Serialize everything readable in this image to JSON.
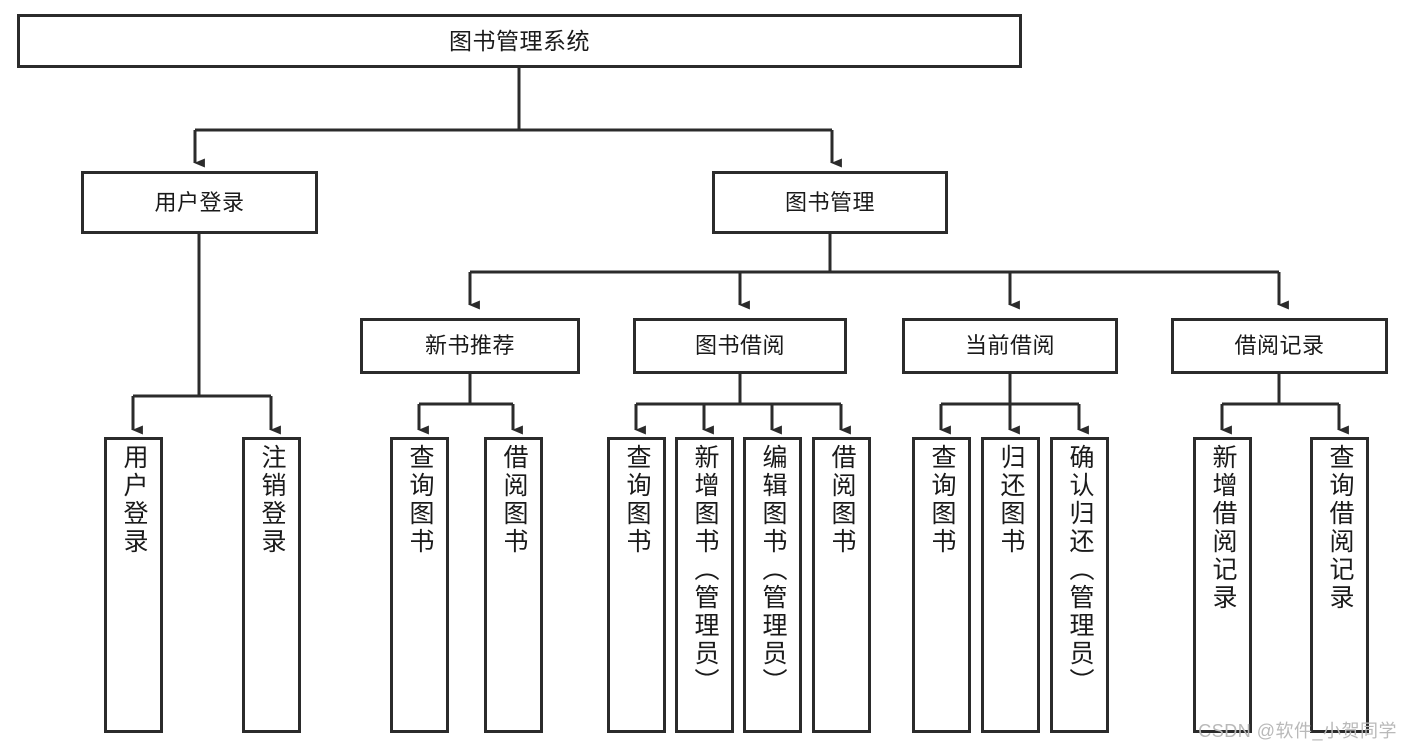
{
  "diagram": {
    "type": "hierarchy-tree",
    "title": "图书管理系统",
    "root": {
      "id": "root",
      "label": "图书管理系统"
    },
    "level2": [
      {
        "id": "user-login",
        "label": "用户登录"
      },
      {
        "id": "book-manage",
        "label": "图书管理"
      }
    ],
    "level3": [
      {
        "id": "new-book-rec",
        "label": "新书推荐",
        "parent": "book-manage"
      },
      {
        "id": "book-borrow",
        "label": "图书借阅",
        "parent": "book-manage"
      },
      {
        "id": "current-borrow",
        "label": "当前借阅",
        "parent": "book-manage"
      },
      {
        "id": "borrow-record",
        "label": "借阅记录",
        "parent": "book-manage"
      }
    ],
    "leaves": [
      {
        "id": "leaf-user-login",
        "label": "用户登录",
        "parent": "user-login"
      },
      {
        "id": "leaf-logout",
        "label": "注销登录",
        "parent": "user-login"
      },
      {
        "id": "leaf-query-book-1",
        "label": "查询图书",
        "parent": "new-book-rec"
      },
      {
        "id": "leaf-borrow-book-1",
        "label": "借阅图书",
        "parent": "new-book-rec"
      },
      {
        "id": "leaf-query-book-2",
        "label": "查询图书",
        "parent": "book-borrow"
      },
      {
        "id": "leaf-add-book",
        "label": "新增图书（管理员）",
        "parent": "book-borrow"
      },
      {
        "id": "leaf-edit-book",
        "label": "编辑图书（管理员）",
        "parent": "book-borrow"
      },
      {
        "id": "leaf-borrow-book-2",
        "label": "借阅图书",
        "parent": "book-borrow"
      },
      {
        "id": "leaf-query-book-3",
        "label": "查询图书",
        "parent": "current-borrow"
      },
      {
        "id": "leaf-return-book",
        "label": "归还图书",
        "parent": "current-borrow"
      },
      {
        "id": "leaf-confirm-return",
        "label": "确认归还（管理员）",
        "parent": "current-borrow"
      },
      {
        "id": "leaf-add-record",
        "label": "新增借阅记录",
        "parent": "borrow-record"
      },
      {
        "id": "leaf-query-record",
        "label": "查询借阅记录",
        "parent": "borrow-record"
      }
    ],
    "colors": {
      "stroke": "#2b2b2b",
      "fill": "#ffffff",
      "text": "#1a1a1a",
      "watermark": "#b9b9b9"
    }
  },
  "watermark": {
    "text": "CSDN @软件_小贺同学"
  }
}
